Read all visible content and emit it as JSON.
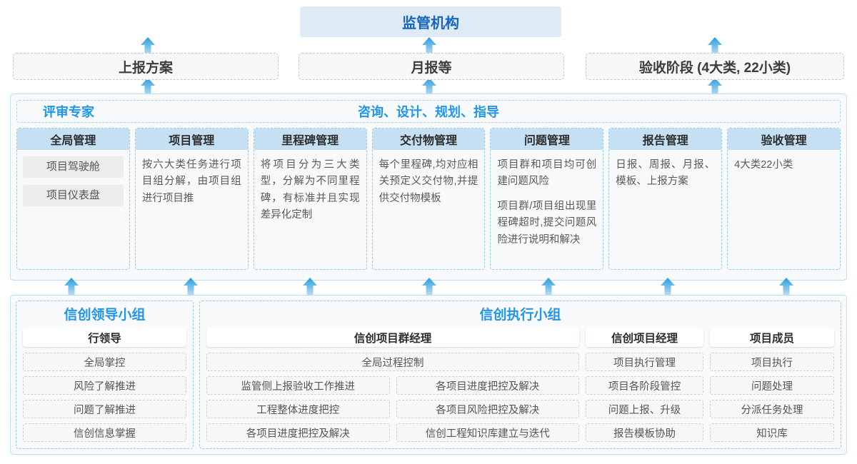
{
  "top": {
    "regulator": "监管机构",
    "reports": [
      {
        "id": "report-plan",
        "label": "上报方案"
      },
      {
        "id": "report-monthly",
        "label": "月报等"
      },
      {
        "id": "report-accept",
        "label": "验收阶段 (4大类, 22小类)"
      }
    ]
  },
  "platform": {
    "header_left": "评审专家",
    "header_center": "咨询、设计、规划、指导",
    "columns": [
      {
        "title": "全局管理",
        "type": "pills",
        "items": [
          "项目驾驶舱",
          "项目仪表盘"
        ]
      },
      {
        "title": "项目管理",
        "type": "text",
        "paragraphs": [
          "按六大类任务进行项目组分解，由项目组进行项目推"
        ]
      },
      {
        "title": "里程碑管理",
        "type": "text",
        "paragraphs": [
          "将项目分为三大类型，分解为不同里程碑，有标准并且实现差异化定制"
        ]
      },
      {
        "title": "交付物管理",
        "type": "text",
        "paragraphs": [
          "每个里程碑,均对应相关预定义交付物,并提供交付物模板"
        ]
      },
      {
        "title": "问题管理",
        "type": "text",
        "paragraphs": [
          "项目群和项目均可创建问题风险",
          "项目群/项目组出现里程碑超时,提交问题风险进行说明和解决"
        ]
      },
      {
        "title": "报告管理",
        "type": "text",
        "paragraphs": [
          "日报、周报、月报、模板、上报方案"
        ]
      },
      {
        "title": "验收管理",
        "type": "text",
        "paragraphs": [
          "4大类22小类"
        ]
      }
    ]
  },
  "bottom": {
    "leader_group": {
      "title": "信创领导小组",
      "role": "行领导",
      "tasks": [
        "全局掌控",
        "风险了解推进",
        "问题了解推进",
        "信创信息掌握"
      ]
    },
    "exec_group": {
      "title": "信创执行小组",
      "program_manager": {
        "role": "信创项目群经理",
        "full_width_task": "全局过程控制",
        "left_tasks": [
          "监管侧上报验收工作推进",
          "工程整体进度把控",
          "各项目进度把控及解决"
        ],
        "right_tasks": [
          "各项目进度把控及解决",
          "各项目风险把控及解决",
          "信创工程知识库建立与迭代"
        ]
      },
      "project_manager": {
        "role": "信创项目经理",
        "tasks": [
          "项目执行管理",
          "项目各阶段管控",
          "问题上报、升级",
          "报告模板协助"
        ]
      },
      "project_member": {
        "role": "项目成员",
        "tasks": [
          "项目执行",
          "问题处理",
          "分派任务处理",
          "知识库"
        ]
      }
    }
  },
  "arrows": {
    "icon": "arrow-up-icon",
    "color_top": "#2a9cdb",
    "color_bottom": "#bfe2f5",
    "upper_positions": [
      207,
      601,
      1001
    ],
    "lower_positions": [
      100,
      267,
      434,
      601,
      768,
      935,
      1101
    ]
  },
  "colors": {
    "accent": "#2196e8",
    "regulator_bg": "#deebf7",
    "regulator_text": "#1565c0",
    "col_head_bg": "#c5e0f2",
    "panel_border": "#bcdcf5",
    "dashed_gray": "#c9c9c9"
  }
}
